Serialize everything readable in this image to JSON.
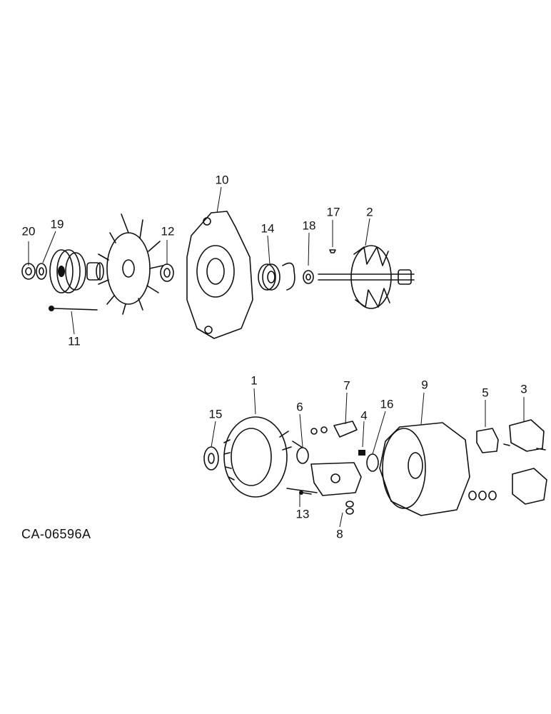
{
  "diagram": {
    "code": "CA-06596A",
    "callouts": [
      "1",
      "2",
      "3",
      "4",
      "5",
      "6",
      "7",
      "8",
      "9",
      "10",
      "11",
      "12",
      "13",
      "14",
      "15",
      "16",
      "17",
      "18",
      "19",
      "20"
    ]
  },
  "colors": {
    "ink": "#111111",
    "background": "#ffffff"
  }
}
